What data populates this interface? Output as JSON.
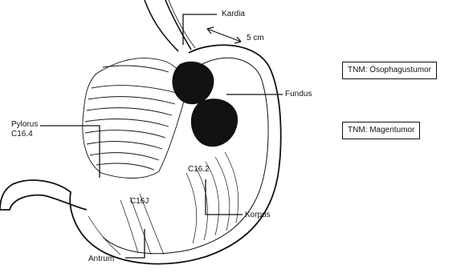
{
  "labels": {
    "kardia": "Kardia",
    "distance": "5 cm",
    "fundus": "Fundus",
    "pylorus": "Pylorus",
    "pylorus_code": "C16.4",
    "corpus_code": "C16.2",
    "antrum_code": "C16J",
    "korpus": "Korpus",
    "antrum": "Antrum"
  },
  "boxes": {
    "esophageal_tumor": "TNM: Ösophagustumor",
    "gastric_tumor": "TNM: Magentumor"
  },
  "colors": {
    "ink": "#111111",
    "tumor": "#111111",
    "paper": "#ffffff"
  }
}
